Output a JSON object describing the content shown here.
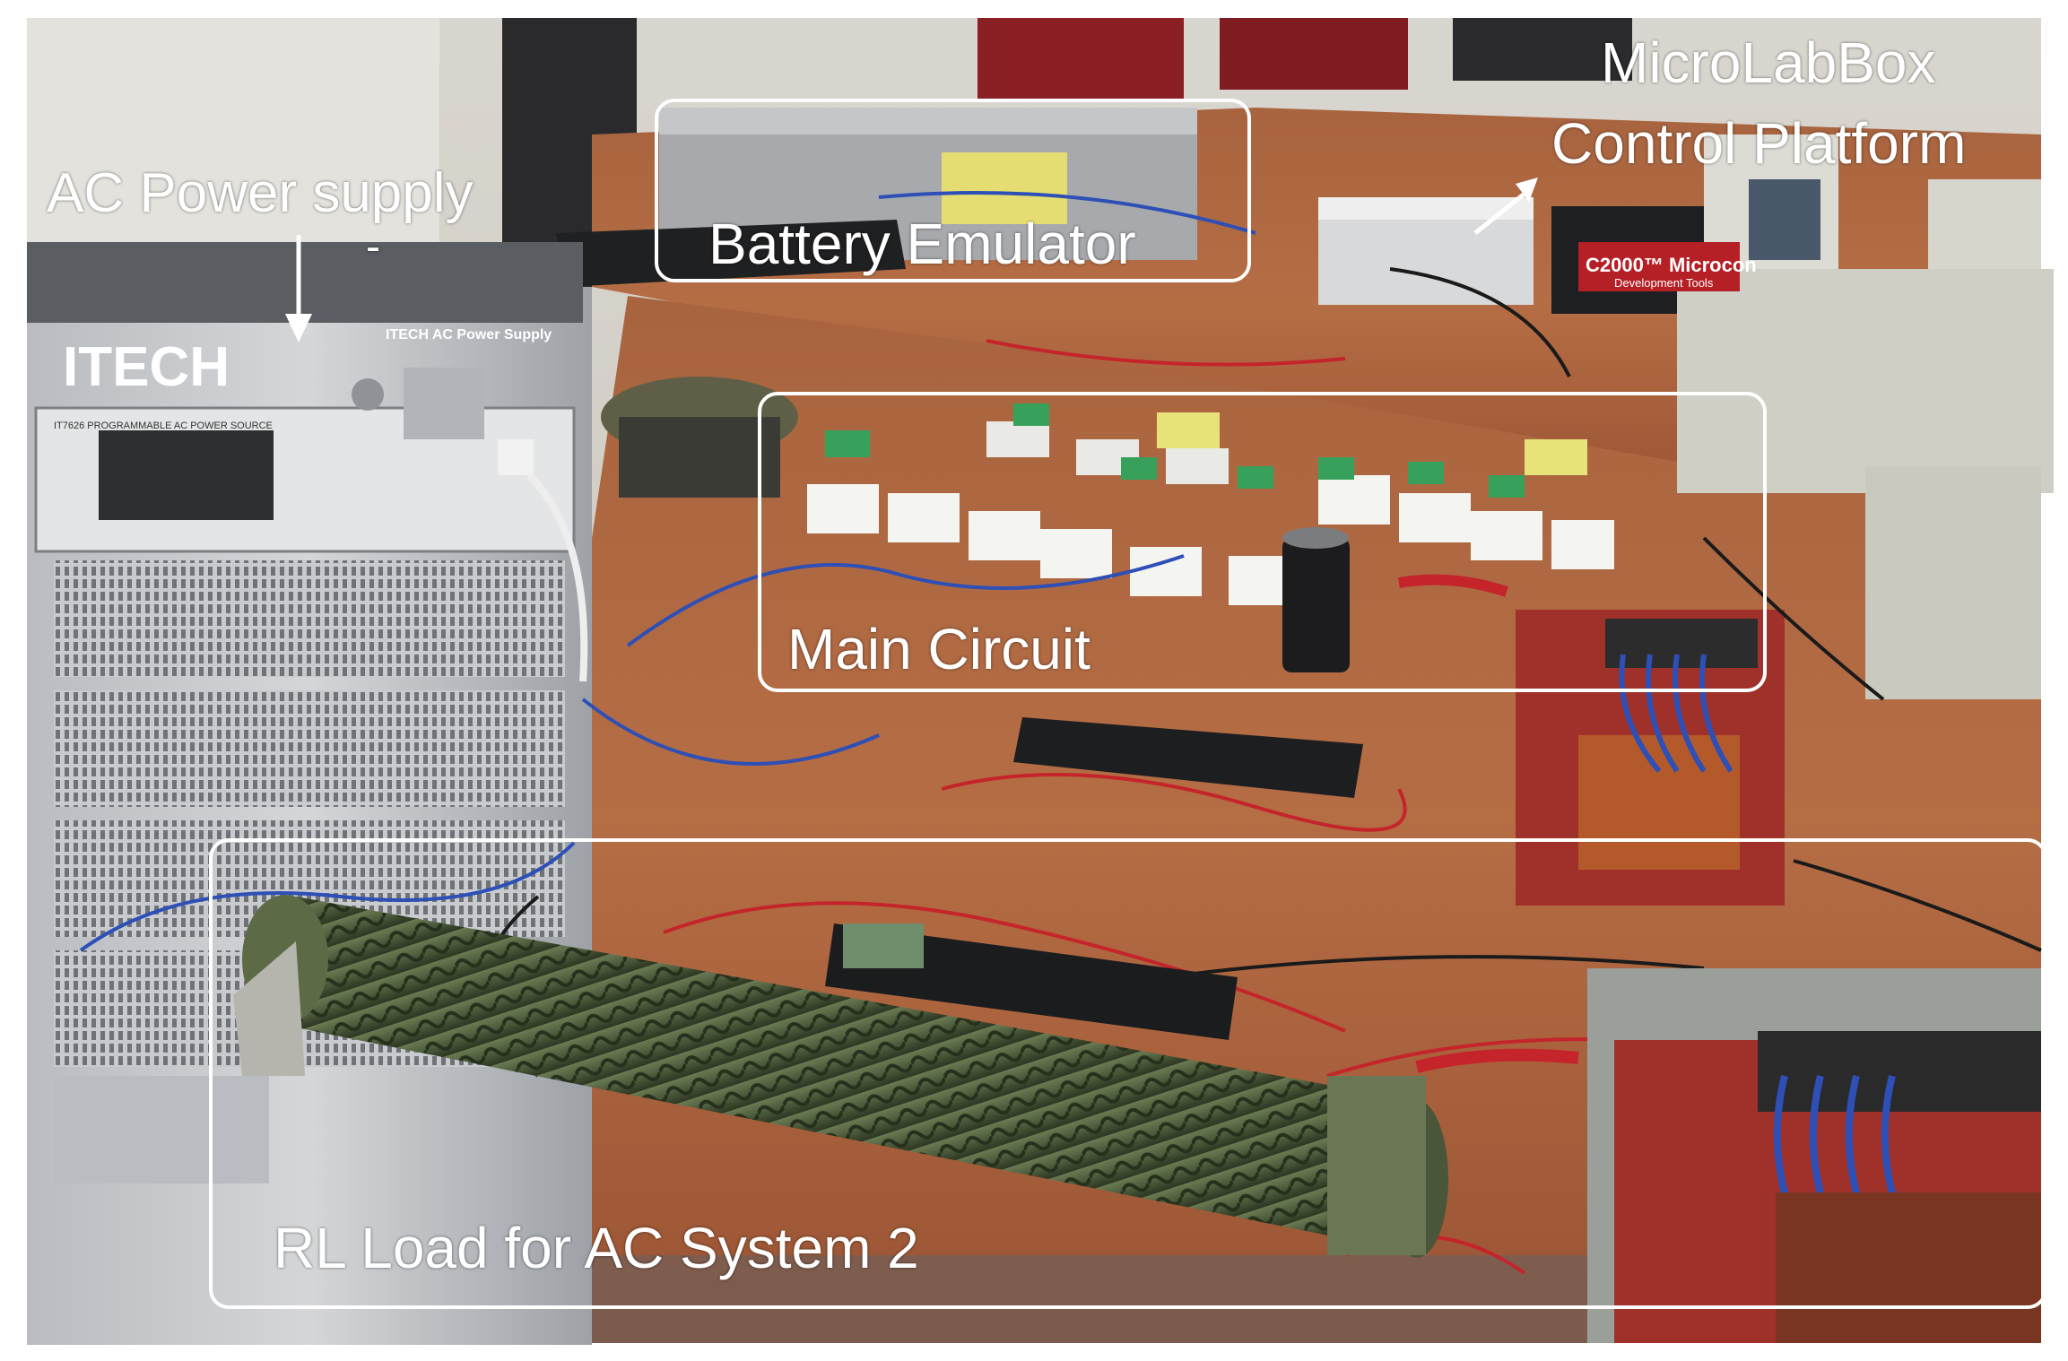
{
  "image": {
    "kind": "annotated laboratory photograph of power-electronics test bench"
  },
  "labels": {
    "ac_power_supply": "AC  Power supply",
    "ac_power_supply_dash": "-",
    "battery_emulator": "Battery Emulator",
    "microlabbox_line1": "MicroLabBox",
    "microlabbox_line2": "Control Platform",
    "main_circuit": "Main Circuit",
    "rl_load": "RL Load for AC System 2"
  },
  "device_text": {
    "itech_logo": "ITECH",
    "itech_panel": "ITECH   AC  Power Supply",
    "itech_model": "IT7626   PROGRAMMABLE AC POWER SOURCE",
    "microcontroller_box": "C2000™ Microcon",
    "microcontroller_sub": "Development Tools"
  },
  "colors": {
    "annotation": "#ffffff",
    "table": "#b86a3e",
    "resistor": "#4f5f3e",
    "transformer_frame": "#a0312a",
    "wire_blue": "#2d4fb6",
    "wire_red": "#c4242a"
  }
}
